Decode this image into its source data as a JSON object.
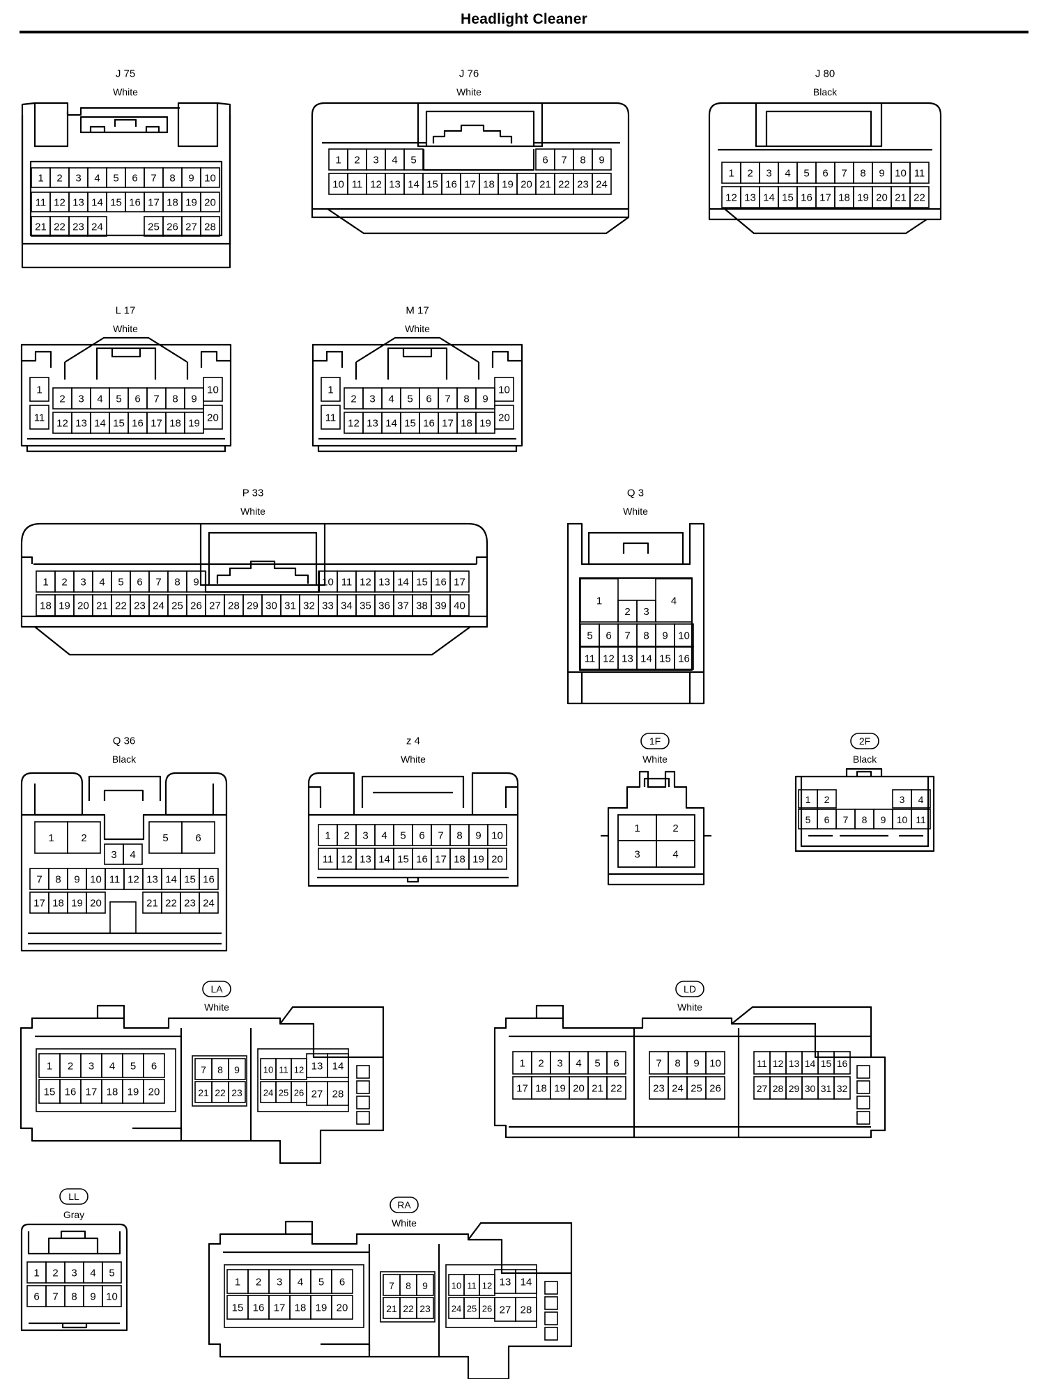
{
  "page_title": "Headlight Cleaner",
  "connectors": [
    {
      "id": "J 75",
      "color": "White",
      "style": "plain",
      "body": "j75",
      "pins": [
        [
          1,
          2,
          3,
          4,
          5,
          6,
          7,
          8,
          9,
          10
        ],
        [
          11,
          12,
          13,
          14,
          15,
          16,
          17,
          18,
          19,
          20
        ],
        [
          21,
          22,
          23,
          24,
          null,
          null,
          25,
          26,
          27,
          28
        ]
      ]
    },
    {
      "id": "J 76",
      "color": "White",
      "style": "plain",
      "body": "wide",
      "pins": [
        [
          1,
          2,
          3,
          4,
          5,
          null,
          null,
          null,
          null,
          null,
          null,
          6,
          7,
          8,
          9
        ],
        [
          10,
          11,
          12,
          13,
          14,
          15,
          16,
          17,
          18,
          19,
          20,
          21,
          22,
          23,
          24
        ]
      ]
    },
    {
      "id": "J 80",
      "color": "Black",
      "style": "plain",
      "body": "wide",
      "pins": [
        [
          1,
          2,
          3,
          4,
          5,
          6,
          7,
          8,
          9,
          10,
          11
        ],
        [
          12,
          13,
          14,
          15,
          16,
          17,
          18,
          19,
          20,
          21,
          22
        ]
      ]
    },
    {
      "id": "L 17",
      "color": "White",
      "style": "plain",
      "body": "l17",
      "pins": [
        [
          1,
          2,
          3,
          4,
          5,
          6,
          7,
          8,
          9,
          10
        ],
        [
          11,
          12,
          13,
          14,
          15,
          16,
          17,
          18,
          19,
          20
        ]
      ]
    },
    {
      "id": "M 17",
      "color": "White",
      "style": "plain",
      "body": "l17",
      "pins": [
        [
          1,
          2,
          3,
          4,
          5,
          6,
          7,
          8,
          9,
          10
        ],
        [
          11,
          12,
          13,
          14,
          15,
          16,
          17,
          18,
          19,
          20
        ]
      ]
    },
    {
      "id": "P 33",
      "color": "White",
      "style": "plain",
      "body": "wide",
      "pins": [
        [
          1,
          2,
          3,
          4,
          5,
          6,
          7,
          8,
          9,
          null,
          null,
          null,
          null,
          null,
          null,
          10,
          11,
          12,
          13,
          14,
          15,
          16,
          17
        ],
        [
          18,
          19,
          20,
          21,
          22,
          23,
          24,
          25,
          26,
          27,
          28,
          29,
          30,
          31,
          32,
          33,
          34,
          35,
          36,
          37,
          38,
          39,
          40
        ]
      ]
    },
    {
      "id": "Q 3",
      "color": "White",
      "style": "plain",
      "body": "q3",
      "pins": [
        [
          1,
          2,
          3,
          4
        ],
        [
          5,
          6,
          7,
          8,
          9,
          10
        ],
        [
          11,
          12,
          13,
          14,
          15,
          16
        ]
      ]
    },
    {
      "id": "Q 36",
      "color": "Black",
      "style": "plain",
      "body": "q36",
      "pins": [
        [
          1,
          2,
          5,
          6
        ],
        [
          3,
          4
        ],
        [
          7,
          8,
          9,
          10,
          11,
          12,
          13,
          14,
          15,
          16
        ],
        [
          17,
          18,
          19,
          20,
          null,
          21,
          22,
          23,
          24
        ]
      ]
    },
    {
      "id": "z 4",
      "color": "White",
      "style": "plain",
      "body": "z4",
      "pins": [
        [
          1,
          2,
          3,
          4,
          5,
          6,
          7,
          8,
          9,
          10
        ],
        [
          11,
          12,
          13,
          14,
          15,
          16,
          17,
          18,
          19,
          20
        ]
      ]
    },
    {
      "id": "1F",
      "color": "White",
      "style": "badge",
      "body": "j1f",
      "pins": [
        [
          1,
          2
        ],
        [
          3,
          4
        ]
      ]
    },
    {
      "id": "2F",
      "color": "Black",
      "style": "badge",
      "body": "j2f",
      "pins": [
        [
          1,
          2,
          null,
          3,
          4
        ],
        [
          5,
          6,
          7,
          8,
          9,
          10,
          11
        ]
      ]
    },
    {
      "id": "LA",
      "color": "White",
      "style": "badge",
      "body": "junction",
      "pins": [
        [
          1,
          2,
          3,
          4,
          5,
          6
        ],
        [
          15,
          16,
          17,
          18,
          19,
          20
        ],
        [
          7,
          8,
          9
        ],
        [
          21,
          22,
          23
        ],
        [
          10,
          11,
          12,
          13,
          14
        ],
        [
          24,
          25,
          26,
          27,
          28
        ]
      ]
    },
    {
      "id": "LD",
      "color": "White",
      "style": "badge",
      "body": "junction2",
      "pins": [
        [
          1,
          2,
          3,
          4,
          5,
          6
        ],
        [
          17,
          18,
          19,
          20,
          21,
          22
        ],
        [
          7,
          8,
          9,
          10
        ],
        [
          23,
          24,
          25,
          26
        ],
        [
          11,
          12,
          13,
          14,
          15,
          16
        ],
        [
          27,
          28,
          29,
          30,
          31,
          32
        ]
      ]
    },
    {
      "id": "LL",
      "color": "Gray",
      "style": "badge",
      "body": "ll",
      "pins": [
        [
          1,
          2,
          3,
          4,
          5
        ],
        [
          6,
          7,
          8,
          9,
          10
        ]
      ]
    },
    {
      "id": "RA",
      "color": "White",
      "style": "badge",
      "body": "junction",
      "pins": [
        [
          1,
          2,
          3,
          4,
          5,
          6
        ],
        [
          15,
          16,
          17,
          18,
          19,
          20
        ],
        [
          7,
          8,
          9
        ],
        [
          21,
          22,
          23
        ],
        [
          10,
          11,
          12,
          13,
          14
        ],
        [
          24,
          25,
          26,
          27,
          28
        ]
      ]
    }
  ]
}
